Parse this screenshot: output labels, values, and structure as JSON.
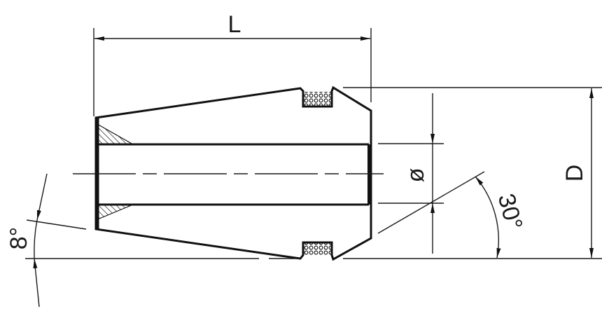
{
  "drawing": {
    "dimensions": {
      "length_label": "L",
      "outer_diameter_label": "D",
      "bore_diameter_label": "ø",
      "taper_angle_label": "8°",
      "nose_angle_label": "30°"
    },
    "line_color": "#1a1a1a",
    "background": "#ffffff"
  }
}
